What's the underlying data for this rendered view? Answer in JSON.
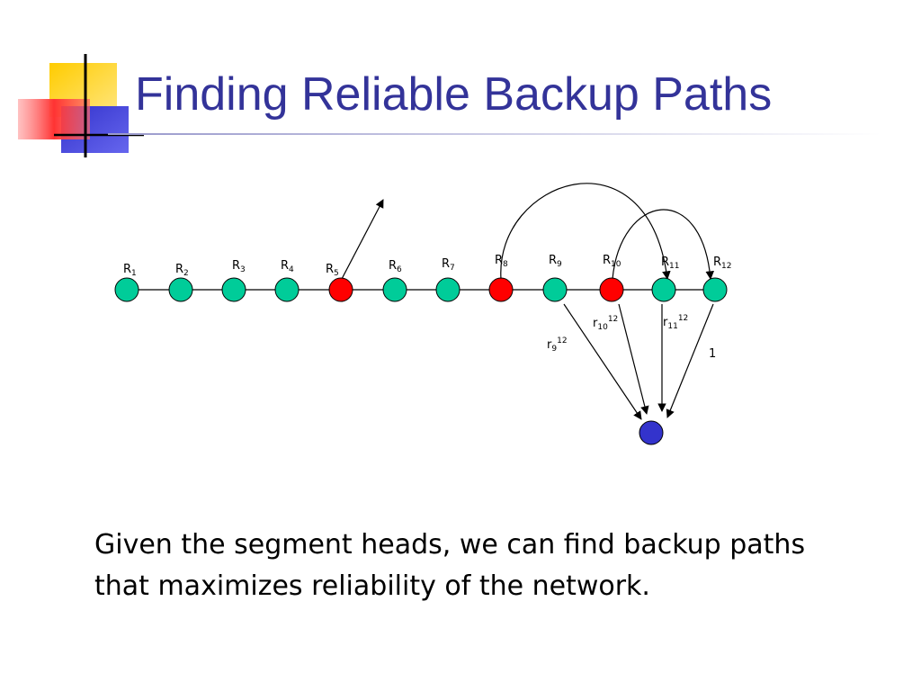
{
  "slide": {
    "title": "Finding Reliable Backup Paths",
    "body": "Given the segment heads, we can find backup paths that maximizes reliability of the network."
  },
  "colors": {
    "title": "#333399",
    "router_normal": "#00cc99",
    "segment_head": "#ff0000",
    "destination": "#3333cc",
    "logo_yellow": "#ffcc00",
    "logo_red": "#ff3333",
    "logo_blue": "#3333cc"
  },
  "diagram": {
    "routers": [
      {
        "id": "R1",
        "base": "R",
        "sub": "1",
        "role": "normal"
      },
      {
        "id": "R2",
        "base": "R",
        "sub": "2",
        "role": "normal"
      },
      {
        "id": "R3",
        "base": "R",
        "sub": "3",
        "role": "normal"
      },
      {
        "id": "R4",
        "base": "R",
        "sub": "4",
        "role": "normal"
      },
      {
        "id": "R5",
        "base": "R",
        "sub": "5",
        "role": "segment-head"
      },
      {
        "id": "R6",
        "base": "R",
        "sub": "6",
        "role": "normal"
      },
      {
        "id": "R7",
        "base": "R",
        "sub": "7",
        "role": "normal"
      },
      {
        "id": "R8",
        "base": "R",
        "sub": "8",
        "role": "segment-head"
      },
      {
        "id": "R9",
        "base": "R",
        "sub": "9",
        "role": "normal"
      },
      {
        "id": "R10",
        "base": "R",
        "sub": "10",
        "role": "segment-head"
      },
      {
        "id": "R11",
        "base": "R",
        "sub": "11",
        "role": "normal"
      },
      {
        "id": "R12",
        "base": "R",
        "sub": "12",
        "role": "normal"
      }
    ],
    "backup_labels": [
      {
        "id": "r9_12",
        "base": "r",
        "sub": "9",
        "sup": "12"
      },
      {
        "id": "r10_12",
        "base": "r",
        "sub": "10",
        "sup": "12"
      },
      {
        "id": "r11_12",
        "base": "r",
        "sub": "11",
        "sup": "12"
      },
      {
        "id": "r12",
        "text": "1"
      }
    ]
  }
}
